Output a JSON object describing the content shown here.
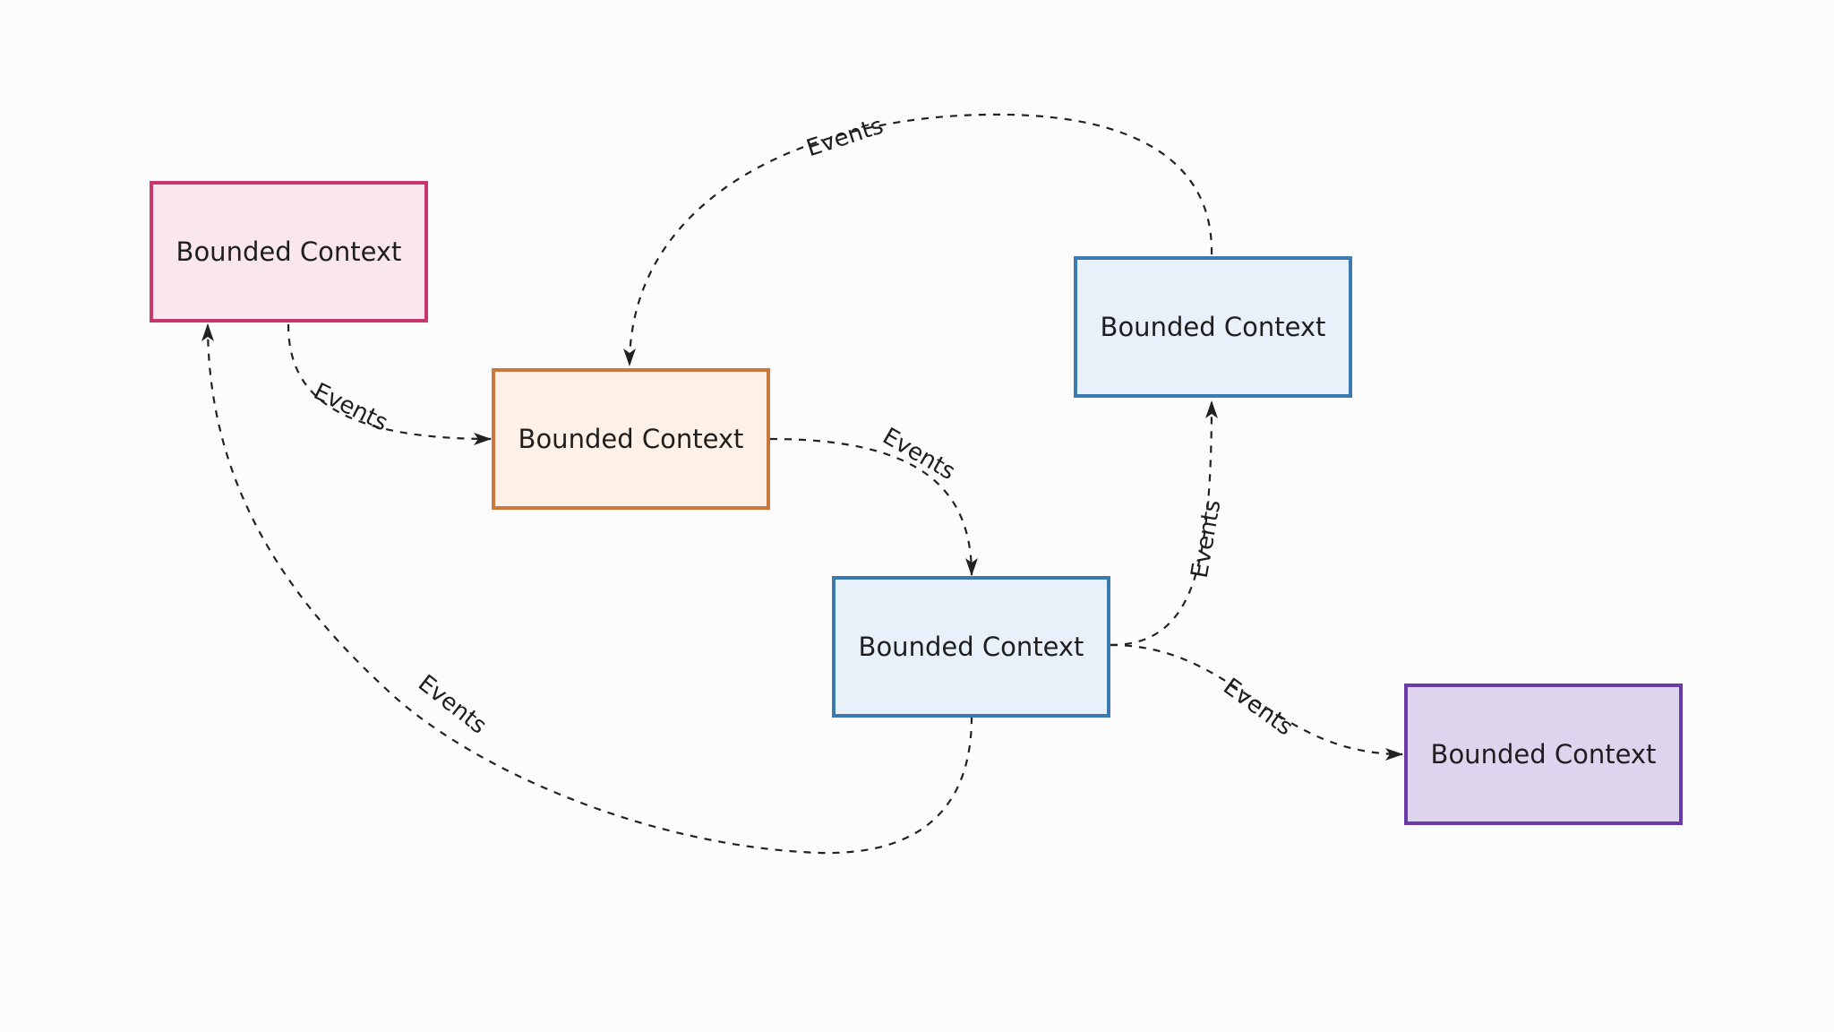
{
  "diagram": {
    "colors": {
      "background": "#fdfcfd",
      "line": "#222222",
      "text": "#1e1e1e"
    },
    "nodes": [
      {
        "id": "pink",
        "label": "Bounded Context",
        "fill": "#f9e6ef",
        "stroke": "#c8376c"
      },
      {
        "id": "orange",
        "label": "Bounded Context",
        "fill": "#fdf0e6",
        "stroke": "#c9773a"
      },
      {
        "id": "blue-top",
        "label": "Bounded Context",
        "fill": "#e8f1fa",
        "stroke": "#3c7bb2"
      },
      {
        "id": "blue-mid",
        "label": "Bounded Context",
        "fill": "#e8f1fa",
        "stroke": "#3c7bb2"
      },
      {
        "id": "purple",
        "label": "Bounded Context",
        "fill": "#ded4ee",
        "stroke": "#6a3aa8"
      }
    ],
    "edges": [
      {
        "from": "pink",
        "to": "orange",
        "label": "Events"
      },
      {
        "from": "orange",
        "to": "blue-mid",
        "label": "Events"
      },
      {
        "from": "blue-top",
        "to": "orange",
        "label": "Events"
      },
      {
        "from": "blue-mid",
        "to": "blue-top",
        "label": "Events"
      },
      {
        "from": "blue-mid",
        "to": "purple",
        "label": "Events"
      },
      {
        "from": "blue-mid",
        "to": "pink",
        "label": "Events"
      }
    ]
  }
}
